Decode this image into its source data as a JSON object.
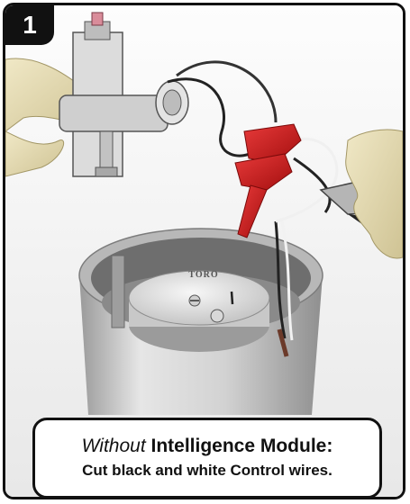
{
  "step": {
    "number": "1"
  },
  "illustration": {
    "cap_brand": "TORO"
  },
  "caption": {
    "emphasis": "Without",
    "title_rest": " Intelligence Module:",
    "instruction": "Cut black and white Control wires."
  },
  "colors": {
    "frame": "#111111",
    "connector": "#cc1a1a",
    "glove": "#e6ddb4",
    "canister": "#c9c9c9"
  }
}
